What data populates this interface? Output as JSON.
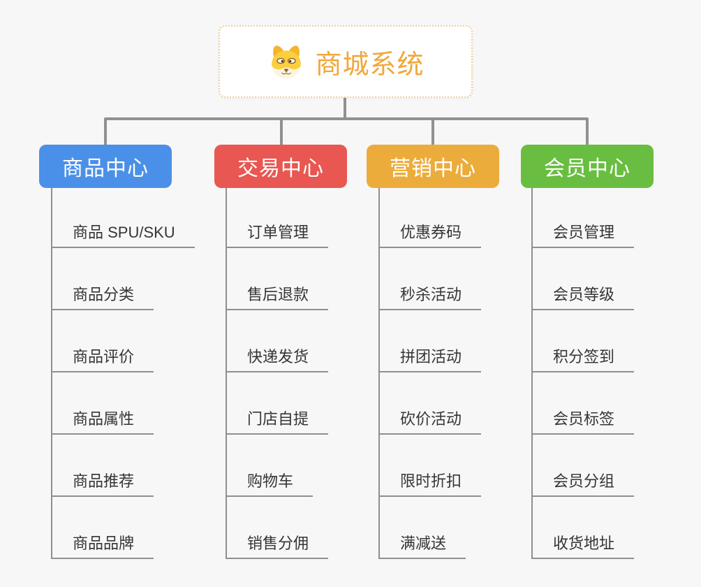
{
  "root": {
    "title": "商城系统",
    "icon": "dog-face-icon"
  },
  "colors": {
    "background": "#f7f7f7",
    "connector": "#919191",
    "underline": "#8f8f8f",
    "root_text": "#f1a73b",
    "root_border": "#f2cd93",
    "item_text": "#353535"
  },
  "branches": [
    {
      "label": "商品中心",
      "color": "#4b90e8",
      "children": [
        "商品 SPU/SKU",
        "商品分类",
        "商品评价",
        "商品属性",
        "商品推荐",
        "商品品牌"
      ]
    },
    {
      "label": "交易中心",
      "color": "#e85752",
      "children": [
        "订单管理",
        "售后退款",
        "快递发货",
        "门店自提",
        "购物车",
        "销售分佣"
      ]
    },
    {
      "label": "营销中心",
      "color": "#ecac3c",
      "children": [
        "优惠券码",
        "秒杀活动",
        "拼团活动",
        "砍价活动",
        "限时折扣",
        "满减送"
      ]
    },
    {
      "label": "会员中心",
      "color": "#69be41",
      "children": [
        "会员管理",
        "会员等级",
        "积分签到",
        "会员标签",
        "会员分组",
        "收货地址"
      ]
    }
  ]
}
